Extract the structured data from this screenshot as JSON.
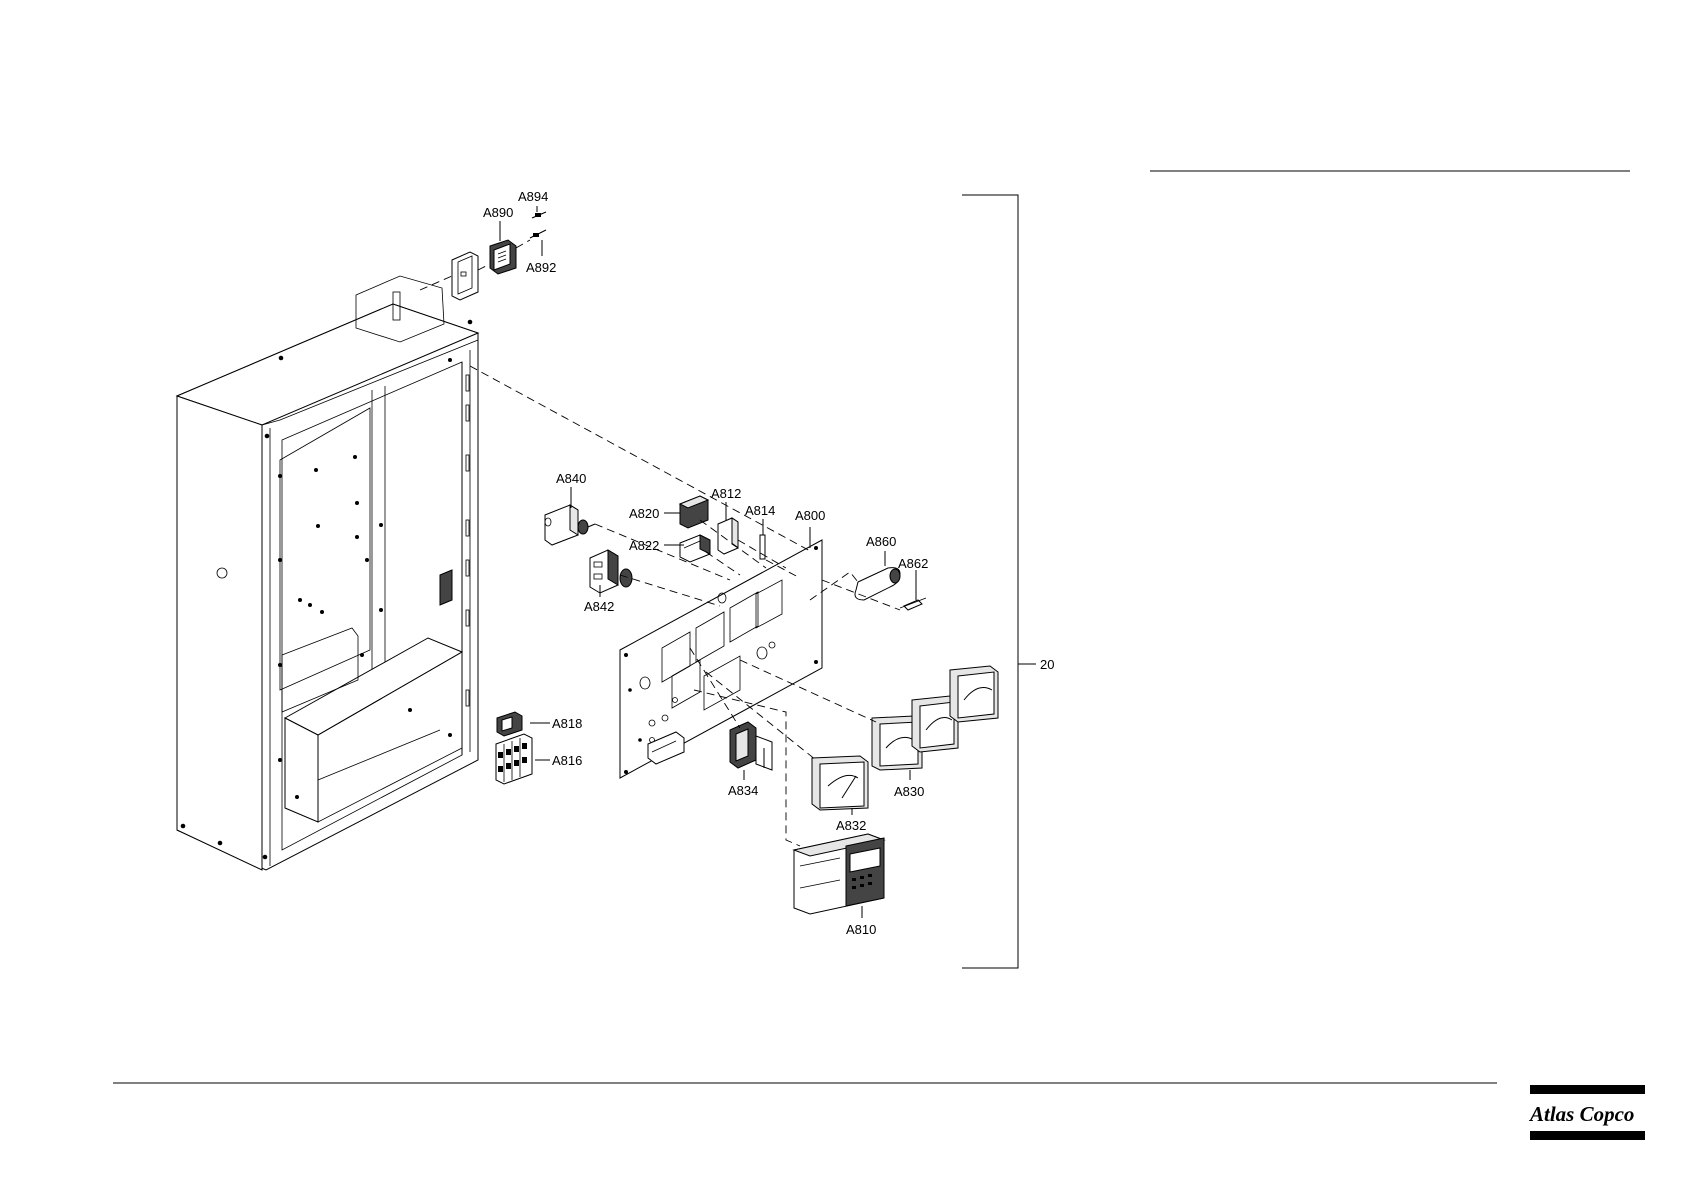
{
  "callouts": {
    "a894": "A894",
    "a890": "A890",
    "a892": "A892",
    "a840": "A840",
    "a820": "A820",
    "a812": "A812",
    "a814": "A814",
    "a800": "A800",
    "a860": "A860",
    "a862": "A862",
    "a822": "A822",
    "a842": "A842",
    "a818": "A818",
    "a816": "A816",
    "a834": "A834",
    "a830": "A830",
    "a832": "A832",
    "a810": "A810",
    "group": "20"
  },
  "footer": {
    "brand_text": "Atlas Copco"
  }
}
